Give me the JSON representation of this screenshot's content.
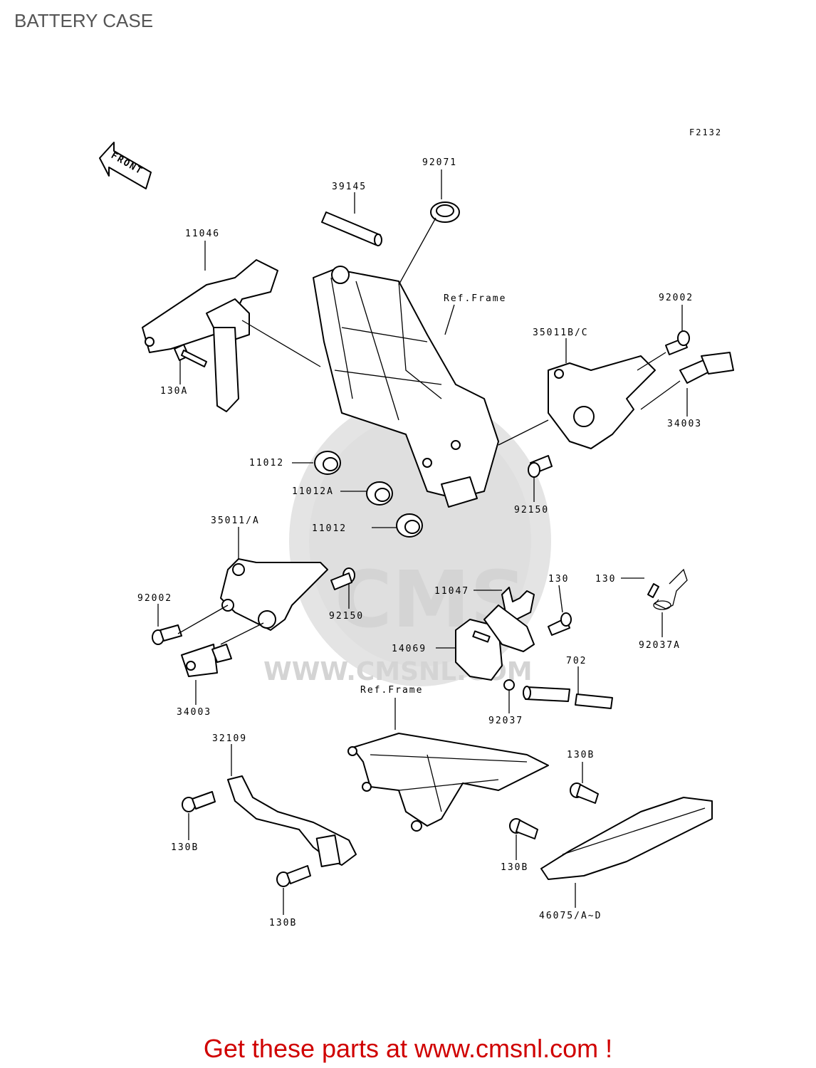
{
  "header": {
    "title": "BATTERY CASE",
    "figure_code": "F2132"
  },
  "front_arrow": {
    "label": "FRONT"
  },
  "watermark": {
    "text": "WWW.CMSNL.COM",
    "logo": "CMS"
  },
  "callouts": [
    {
      "id": "c-39145",
      "text": "39145"
    },
    {
      "id": "c-92071",
      "text": "92071"
    },
    {
      "id": "c-11046",
      "text": "11046"
    },
    {
      "id": "c-ref1",
      "text": "Ref.Frame"
    },
    {
      "id": "c-92002a",
      "text": "92002"
    },
    {
      "id": "c-35011bc",
      "text": "35011B/C"
    },
    {
      "id": "c-130a",
      "text": "130A"
    },
    {
      "id": "c-34003a",
      "text": "34003"
    },
    {
      "id": "c-11012a",
      "text": "11012"
    },
    {
      "id": "c-11012A",
      "text": "11012A"
    },
    {
      "id": "c-11012b",
      "text": "11012"
    },
    {
      "id": "c-92150a",
      "text": "92150"
    },
    {
      "id": "c-35011a",
      "text": "35011/A"
    },
    {
      "id": "c-130a2",
      "text": "130"
    },
    {
      "id": "c-130b2",
      "text": "130"
    },
    {
      "id": "c-11047",
      "text": "11047"
    },
    {
      "id": "c-92002b",
      "text": "92002"
    },
    {
      "id": "c-92150b",
      "text": "92150"
    },
    {
      "id": "c-92037A",
      "text": "92037A"
    },
    {
      "id": "c-14069",
      "text": "14069"
    },
    {
      "id": "c-702",
      "text": "702"
    },
    {
      "id": "c-34003b",
      "text": "34003"
    },
    {
      "id": "c-ref2",
      "text": "Ref.Frame"
    },
    {
      "id": "c-92037",
      "text": "92037"
    },
    {
      "id": "c-32109",
      "text": "32109"
    },
    {
      "id": "c-130B1",
      "text": "130B"
    },
    {
      "id": "c-130B2",
      "text": "130B"
    },
    {
      "id": "c-130B3",
      "text": "130B"
    },
    {
      "id": "c-130B4",
      "text": "130B"
    },
    {
      "id": "c-46075",
      "text": "46075/A~D"
    }
  ],
  "footer": {
    "text": "Get these parts at www.cmsnl.com !"
  }
}
